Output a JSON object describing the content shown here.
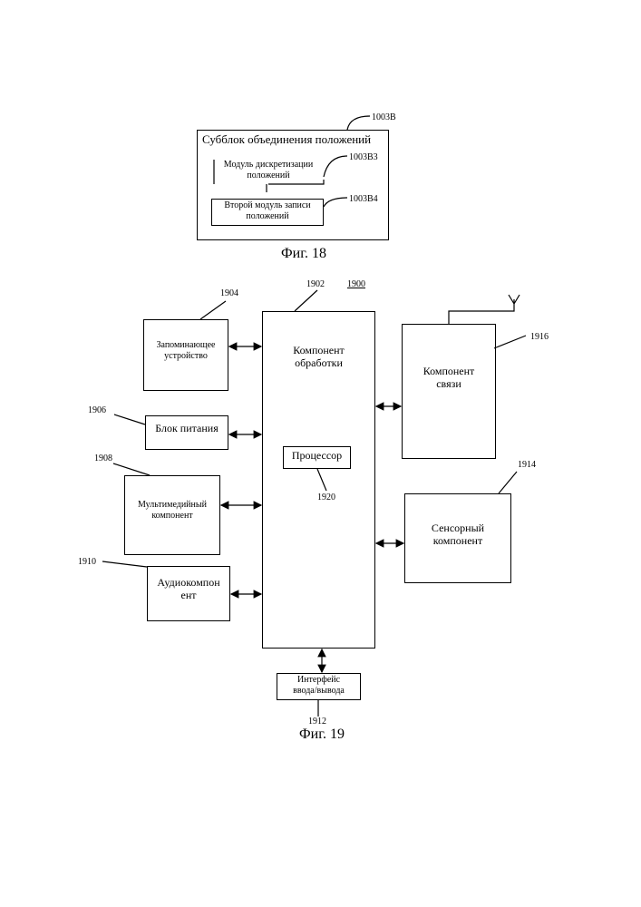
{
  "fig18": {
    "outer_ref": "1003B",
    "outer_title": "Субблок объединения положений",
    "module1_line1": "Модуль дискретизации",
    "module1_line2": "положений",
    "module1_ref": "1003B3",
    "module2_line1": "Второй модуль записи",
    "module2_line2": "положений",
    "module2_ref": "1003B4",
    "caption": "Фиг. 18"
  },
  "fig19": {
    "ref_main": "1900",
    "processing": {
      "ref": "1902",
      "line1": "Компонент",
      "line2": "обработки"
    },
    "processor": {
      "label": "Процессор",
      "ref": "1920"
    },
    "memory": {
      "ref": "1904",
      "line1": "Запоминающее",
      "line2": "устройство"
    },
    "power": {
      "ref": "1906",
      "label": "Блок питания"
    },
    "multimedia": {
      "ref": "1908",
      "line1": "Мультимедийный",
      "line2": "компонент"
    },
    "audio": {
      "ref": "1910",
      "line1": "Аудиокомпон",
      "line2": "ент"
    },
    "io": {
      "ref": "1912",
      "line1": "Интерфейс",
      "line2": "ввода/вывода"
    },
    "sensor": {
      "ref": "1914",
      "line1": "Сенсорный",
      "line2": "компонент"
    },
    "comm": {
      "ref": "1916",
      "line1": "Компонент",
      "line2": "связи"
    },
    "caption": "Фиг. 19"
  }
}
